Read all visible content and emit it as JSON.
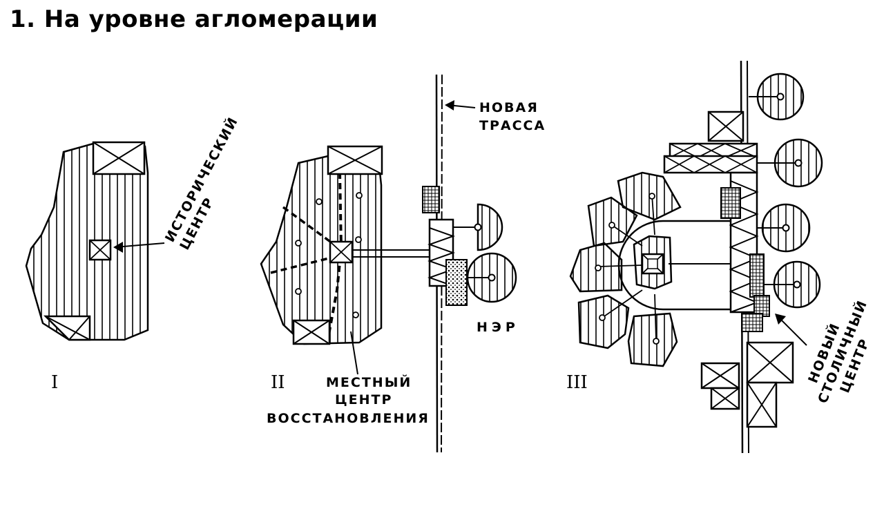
{
  "title": "1. На уровне агломерации",
  "labels": {
    "historic_center_1": "ИСТОРИЧЕСКИЙ",
    "historic_center_2": "ЦЕНТР",
    "new_route_1": "НОВАЯ",
    "new_route_2": "ТРАССА",
    "ner": "НЭР",
    "local_center_1": "МЕСТНЫЙ",
    "local_center_2": "ЦЕНТР",
    "local_center_3": "ВОССТАНОВЛЕНИЯ",
    "new_capital_1": "НОВЫЙ",
    "new_capital_2": "СТОЛИЧНЫЙ",
    "new_capital_3": "ЦЕНТР"
  },
  "stages": [
    "I",
    "II",
    "III"
  ]
}
